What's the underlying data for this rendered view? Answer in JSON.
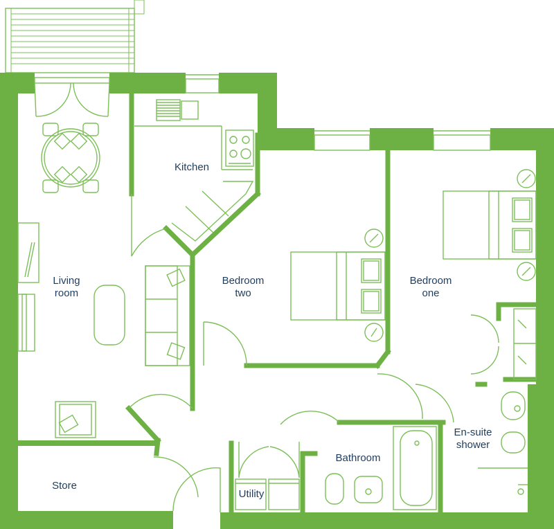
{
  "plan": {
    "rooms": {
      "living_room": [
        "Living",
        "room"
      ],
      "kitchen": "Kitchen",
      "bedroom_two": [
        "Bedroom",
        "two"
      ],
      "bedroom_one": [
        "Bedroom",
        "one"
      ],
      "en_suite": [
        "En-suite",
        "shower"
      ],
      "bathroom": "Bathroom",
      "store": "Store",
      "utility": "Utility"
    },
    "colors": {
      "wall": "#6db144",
      "fixture": "#7cbf58",
      "label": "#1f3d5c",
      "background": "#ffffff"
    }
  }
}
